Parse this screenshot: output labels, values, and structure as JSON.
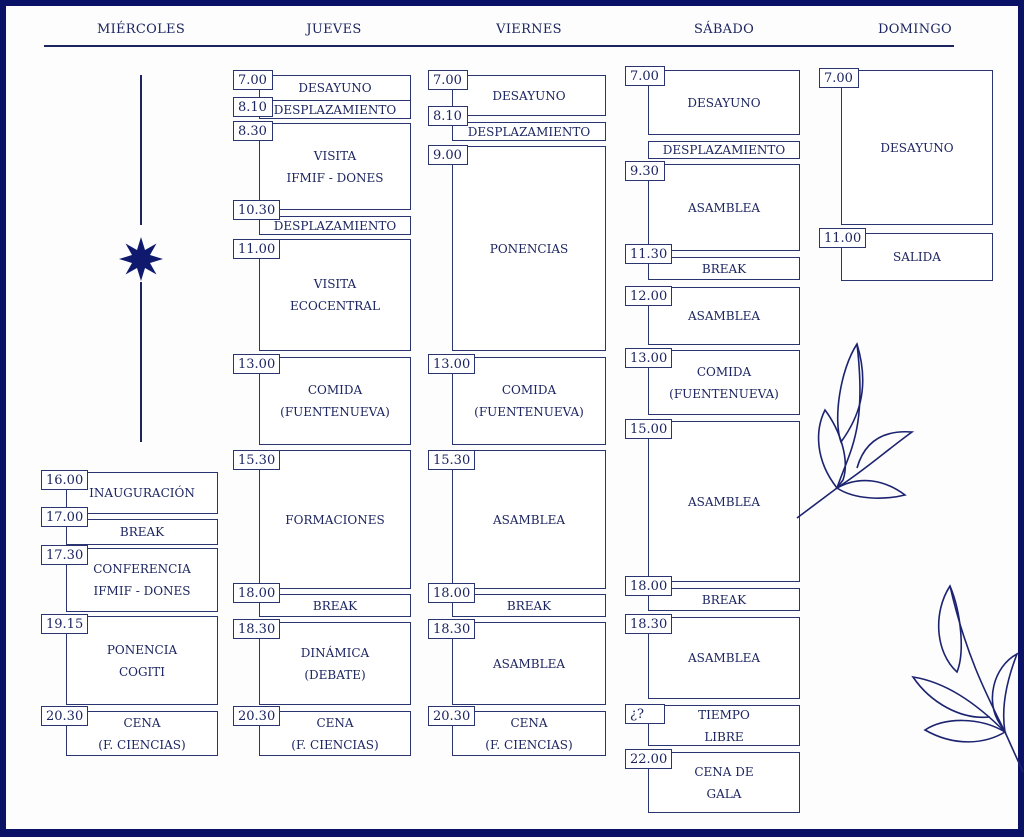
{
  "days": [
    "MIÉRCOLES",
    "JUEVES",
    "VIERNES",
    "SÁBADO",
    "DOMINGO"
  ],
  "colors": {
    "ink": "#1c2560",
    "frame": "#0a1268",
    "paper": "#fdfdfd"
  },
  "decorations": [
    "star-icon",
    "leaf-branch-icon",
    "leaf-branch-icon"
  ],
  "schedule": {
    "miercoles": [
      {
        "time": "16.00",
        "lines": [
          "INAUGURACIÓN"
        ]
      },
      {
        "time": "17.00",
        "lines": [
          "BREAK"
        ]
      },
      {
        "time": "17.30",
        "lines": [
          "CONFERENCIA",
          "IFMIF - DONES"
        ]
      },
      {
        "time": "19.15",
        "lines": [
          "PONENCIA",
          "COGITI"
        ]
      },
      {
        "time": "20.30",
        "lines": [
          "CENA",
          "(F. CIENCIAS)"
        ]
      }
    ],
    "jueves": [
      {
        "time": "7.00",
        "lines": [
          "DESAYUNO"
        ]
      },
      {
        "time": "8.10",
        "lines": [
          "DESPLAZAMIENTO"
        ]
      },
      {
        "time": "8.30",
        "lines": [
          "VISITA",
          "IFMIF - DONES"
        ]
      },
      {
        "time": "10.30",
        "lines": [
          "DESPLAZAMIENTO"
        ]
      },
      {
        "time": "11.00",
        "lines": [
          "VISITA",
          "ECOCENTRAL"
        ]
      },
      {
        "time": "13.00",
        "lines": [
          "COMIDA",
          "(FUENTENUEVA)"
        ]
      },
      {
        "time": "15.30",
        "lines": [
          "FORMACIONES"
        ]
      },
      {
        "time": "18.00",
        "lines": [
          "BREAK"
        ]
      },
      {
        "time": "18.30",
        "lines": [
          "DINÁMICA",
          "(DEBATE)"
        ]
      },
      {
        "time": "20.30",
        "lines": [
          "CENA",
          "(F. CIENCIAS)"
        ]
      }
    ],
    "viernes": [
      {
        "time": "7.00",
        "lines": [
          "DESAYUNO"
        ]
      },
      {
        "time": "8.10",
        "lines": [
          "DESPLAZAMIENTO"
        ]
      },
      {
        "time": "9.00",
        "lines": [
          "PONENCIAS"
        ]
      },
      {
        "time": "13.00",
        "lines": [
          "COMIDA",
          "(FUENTENUEVA)"
        ]
      },
      {
        "time": "15.30",
        "lines": [
          "ASAMBLEA"
        ]
      },
      {
        "time": "18.00",
        "lines": [
          "BREAK"
        ]
      },
      {
        "time": "18.30",
        "lines": [
          "ASAMBLEA"
        ]
      },
      {
        "time": "20.30",
        "lines": [
          "CENA",
          "(F. CIENCIAS)"
        ]
      }
    ],
    "sabado": [
      {
        "time": "7.00",
        "lines": [
          "DESAYUNO"
        ]
      },
      {
        "time": "",
        "lines": [
          "DESPLAZAMIENTO"
        ]
      },
      {
        "time": "9.30",
        "lines": [
          "ASAMBLEA"
        ]
      },
      {
        "time": "11.30",
        "lines": [
          "BREAK"
        ]
      },
      {
        "time": "12.00",
        "lines": [
          "ASAMBLEA"
        ]
      },
      {
        "time": "13.00",
        "lines": [
          "COMIDA",
          "(FUENTENUEVA)"
        ]
      },
      {
        "time": "15.00",
        "lines": [
          "ASAMBLEA"
        ]
      },
      {
        "time": "18.00",
        "lines": [
          "BREAK"
        ]
      },
      {
        "time": "18.30",
        "lines": [
          "ASAMBLEA"
        ]
      },
      {
        "time": "¿?",
        "lines": [
          "TIEMPO",
          "LIBRE"
        ]
      },
      {
        "time": "22.00",
        "lines": [
          "CENA DE",
          "GALA"
        ]
      }
    ],
    "domingo": [
      {
        "time": "7.00",
        "lines": [
          "DESAYUNO"
        ]
      },
      {
        "time": "11.00",
        "lines": [
          "SALIDA"
        ]
      }
    ]
  }
}
